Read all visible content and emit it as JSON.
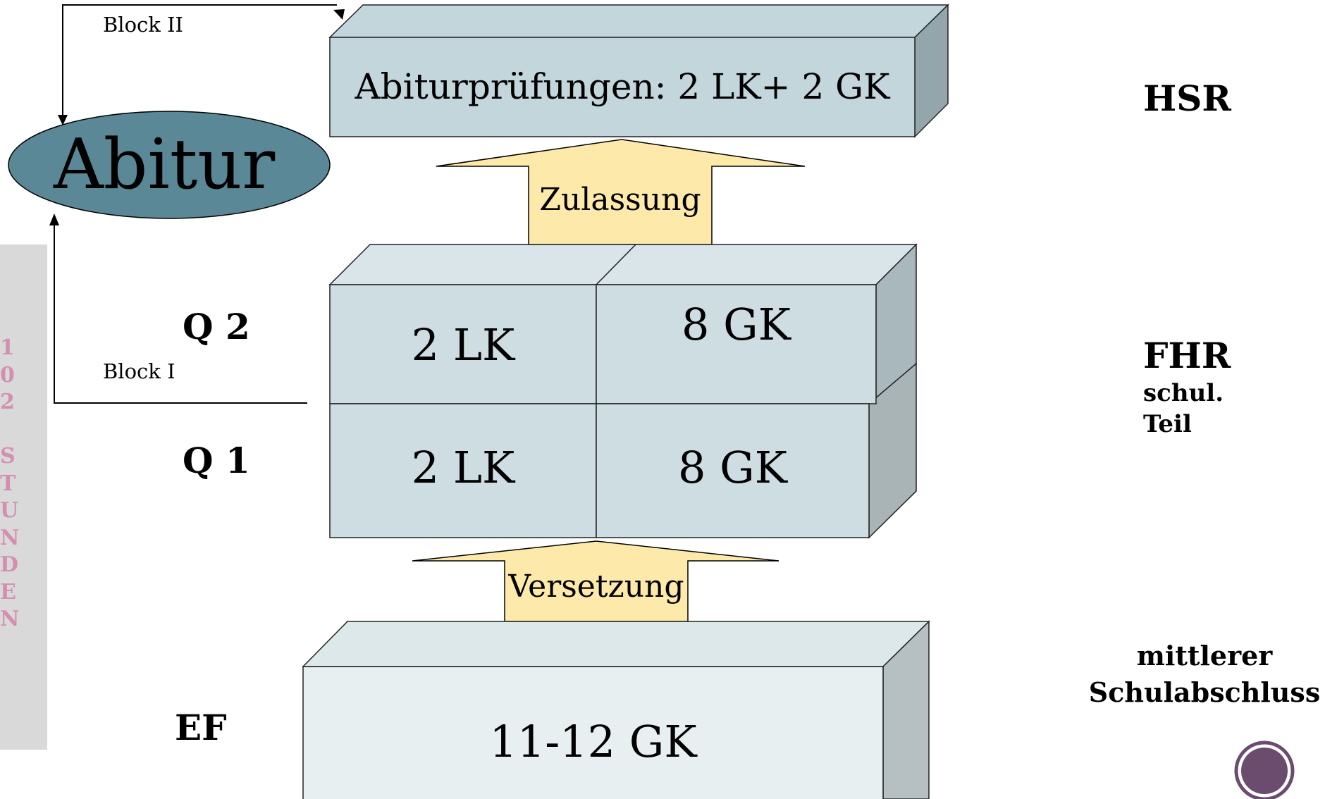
{
  "colors": {
    "box_front": "#cddde2",
    "box_top": "#d9e5e9",
    "box_side": "#9fb0b5",
    "top_box_front": "#c3d6dc",
    "top_box_side": "#92a6ab",
    "ef_box_front": "#e7eff1",
    "ef_box_top": "#dde8eb",
    "ef_box_side": "#b6bfc2",
    "arrow_fill": "#fde9a9",
    "ellipse_fill": "#5a8896",
    "sidebar_bg": "#d9d9d9",
    "sidebar_text": "#d48fb0",
    "badge": "#6b4b6e"
  },
  "abitur": {
    "label": "Abitur"
  },
  "links": {
    "block_two": "Block II",
    "block_one": "Block I"
  },
  "exam_box": {
    "label": "Abiturprüfungen: 2 LK+ 2 GK"
  },
  "arrows": {
    "admission": "Zulassung",
    "promotion": "Versetzung"
  },
  "phases": {
    "q2": {
      "label": "Q 2",
      "lk": "2 LK",
      "gk": "8 GK"
    },
    "q1": {
      "label": "Q 1",
      "lk": "2 LK",
      "gk": "8 GK"
    },
    "ef": {
      "label": "EF",
      "gk": "11-12 GK"
    }
  },
  "qualifications": {
    "hsr": "HSR",
    "fhr": "FHR",
    "fhr_note": "schul.\nTeil",
    "msa_line1": "mittlerer",
    "msa_line2": "Schulabschluss"
  },
  "sidebar": {
    "text": "1\n0\n2\n\nS\nT\nU\nN\nD\nE\nN"
  }
}
